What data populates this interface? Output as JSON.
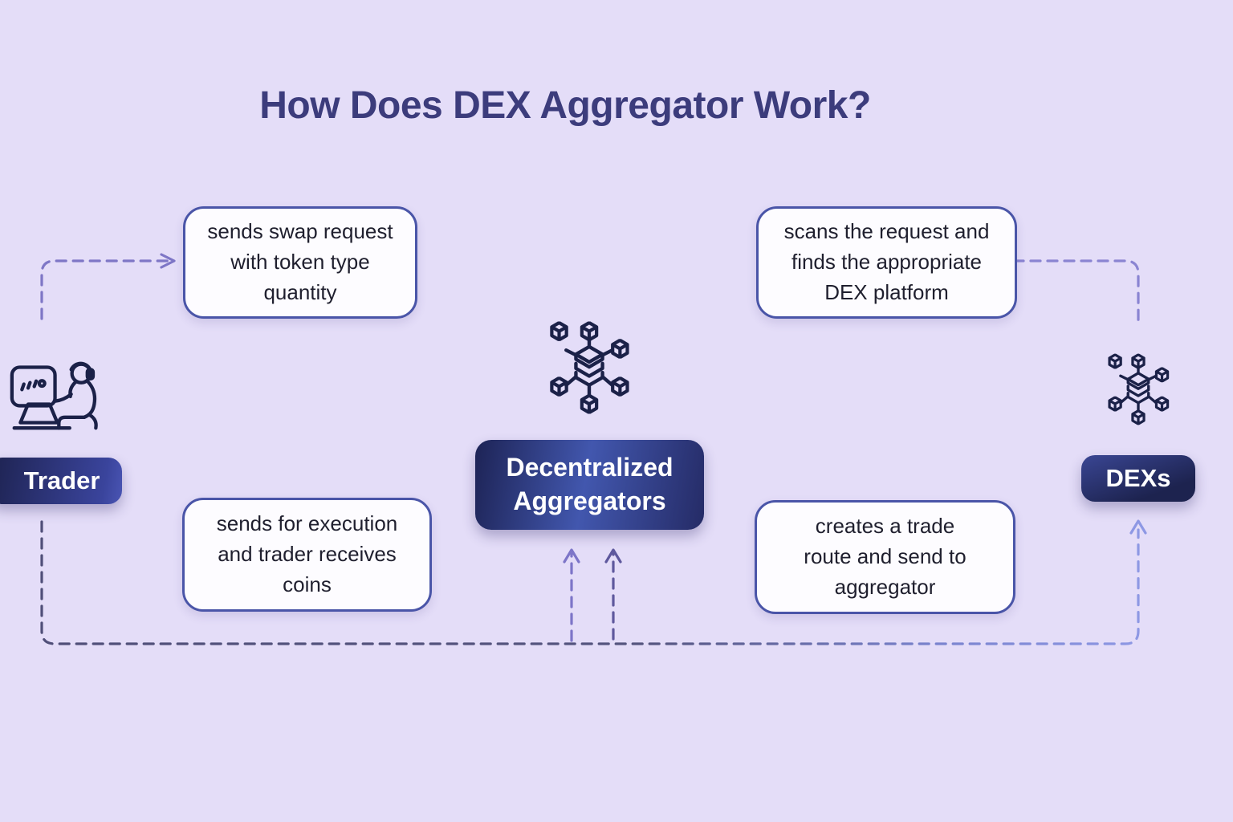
{
  "title": "How Does DEX Aggregator Work?",
  "nodes": {
    "trader": {
      "label": "Trader",
      "icon": "trader-at-computer-icon"
    },
    "aggregator": {
      "label": "Decentralized Aggregators",
      "icon": "blockchain-network-icon"
    },
    "dexs": {
      "label": "DEXs",
      "icon": "blockchain-network-icon"
    }
  },
  "steps": [
    {
      "text": "sends swap request with token type quantity"
    },
    {
      "text": "scans the request and finds the appropriate DEX platform"
    },
    {
      "text": "sends for execution and trader receives coins"
    },
    {
      "text": "creates a trade route and send to aggregator"
    }
  ],
  "connectors": {
    "style": "dashed",
    "paths": [
      {
        "name": "trader-to-step1",
        "arrowhead": "right, into step 1 box"
      },
      {
        "name": "step2-to-dexs",
        "arrowhead": "none"
      },
      {
        "name": "bottom-loop-into-aggregator",
        "arrowhead": "two arrows up into aggregator badge"
      },
      {
        "name": "bottom-loop-into-dexs",
        "arrowhead": "up into DEXs badge"
      }
    ]
  },
  "colors": {
    "background": "#e4ddf8",
    "title": "#3c3c7c",
    "box_border": "#4a55a8",
    "box_background": "#fdfcff",
    "box_text": "#1f1f2e",
    "badge_text": "#ffffff",
    "badge_gradient_dark": "#1d2355",
    "badge_gradient_light": "#4257ae",
    "icon_stroke": "#1b2148",
    "connector_purple": "#7e76c6",
    "connector_dark": "#504f79",
    "connector_light": "#8e98e4"
  }
}
